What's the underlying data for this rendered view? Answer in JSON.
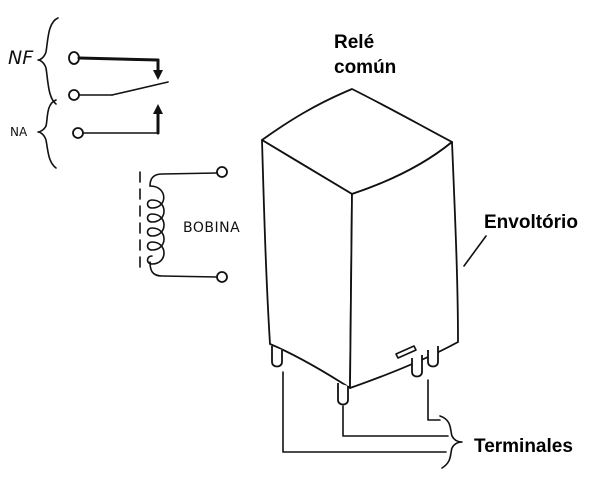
{
  "labels": {
    "nf": "NF",
    "na": "NA",
    "bobina": "BOBINA",
    "rele_line1": "Relé",
    "rele_line2": "común",
    "envoltorio": "Envoltório",
    "terminales": "Terminales"
  }
}
